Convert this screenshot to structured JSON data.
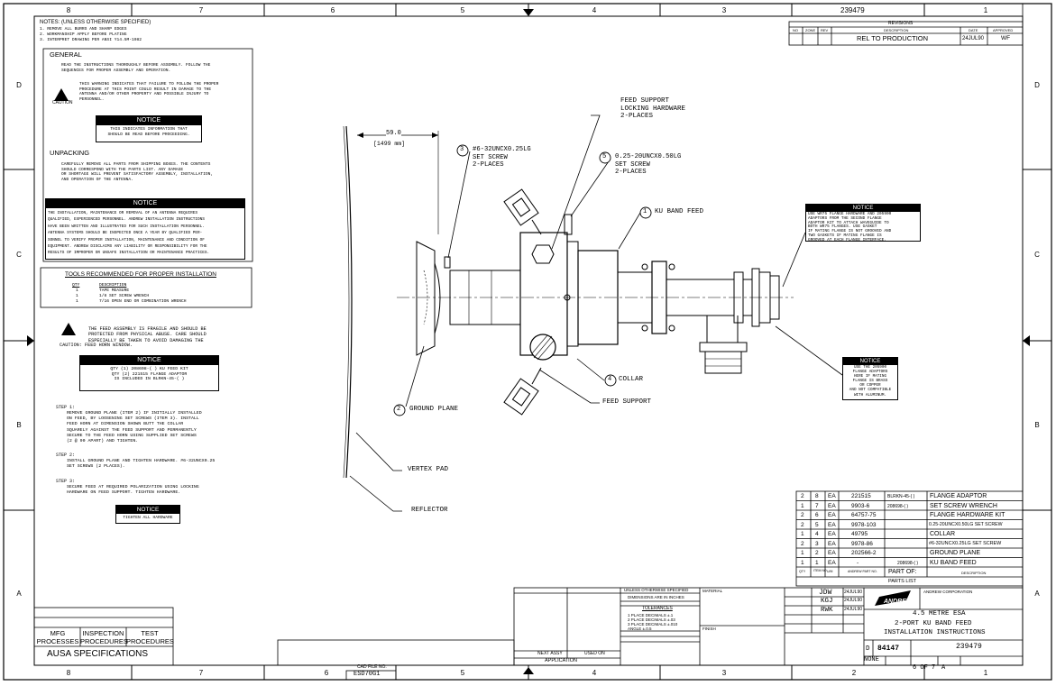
{
  "drawing_number_top": "239479",
  "zones_top": [
    "8",
    "7",
    "6",
    "5",
    "4",
    "3",
    "2",
    "1"
  ],
  "zones_side": [
    "D",
    "C",
    "B",
    "A"
  ],
  "revisions": {
    "title": "REVISIONS",
    "headers": [
      "NO",
      "ZONE",
      "REV",
      "DESCRIPTION",
      "DATE",
      "APPROVED"
    ],
    "row": {
      "description": "REL TO PRODUCTION",
      "date": "24JUL90",
      "approved": "WF"
    }
  },
  "notes": {
    "title": "NOTES: (UNLESS OTHERWISE SPECIFIED)",
    "lines": [
      "1. REMOVE ALL BURRS AND SHARP EDGES",
      "2. WORKMANSHIP APPLY BEFORE PLATING",
      "3. INTERPRET DRAWING PER ANSI Y14.5M-1982"
    ]
  },
  "general": {
    "heading": "GENERAL",
    "text": "READ THE INSTRUCTIONS THOROUGHLY BEFORE ASSEMBLY. FOLLOW THE\nSEQUENCES FOR PROPER ASSEMBLY AND OPERATION.",
    "caution_label": "CAUTION",
    "caution_text": "THIS WARNING INDICATES THAT FAILURE TO FOLLOW THE PROPER\nPROCEDURE AT THIS POINT COULD RESULT IN DAMAGE TO THE\nANTENNA AND/OR OTHER PROPERTY AND POSSIBLE INJURY TO\nPERSONNEL.",
    "notice_label": "NOTICE",
    "notice_text": "THIS INDICATES INFORMATION THAT\nSHOULD BE READ BEFORE PROCEEDING."
  },
  "unpacking": {
    "heading": "UNPACKING",
    "text": "CAREFULLY REMOVE ALL PARTS FROM SHIPPING BOXES. THE CONTENTS\nSHOULD CORRESPOND WITH THE PARTS LIST. ANY DAMAGE\nOR SHORTAGE WILL PREVENT SATISFACTORY ASSEMBLY, INSTALLATION,\nAND OPERATION OF THE ANTENNA.",
    "notice_label": "NOTICE",
    "notice_text": "THE INSTALLATION, MAINTENANCE OR REMOVAL OF AN ANTENNA REQUIRES\nQUALIFIED, EXPERIENCED PERSONNEL. ANDREW INSTALLATION INSTRUCTIONS\nHAVE BEEN WRITTEN AND ILLUSTRATED FOR SUCH INSTALLATION PERSONNEL.\nANTENNA SYSTEMS SHOULD BE INSPECTED ONCE A YEAR BY QUALIFIED PER-\nSONNEL TO VERIFY PROPER INSTALLATION, MAINTENANCE AND CONDITION OF\nEQUIPMENT. ANDREW DISCLAIMS ANY LIABILITY OR RESPONSIBILITY FOR THE\nRESULTS OF IMPROPER OR UNSAFE INSTALLATION OR MAINTENANCE PRACTICES."
  },
  "tools": {
    "heading": "TOOLS RECOMMENDED FOR PROPER INSTALLATION",
    "headers": [
      "QTY",
      "DESCRIPTION"
    ],
    "rows": [
      [
        "1",
        "TAPE MEASURE"
      ],
      [
        "1",
        "1/8 SET SCREW WRENCH"
      ],
      [
        "1",
        "7/16 OPEN END OR COMBINATION WRENCH"
      ]
    ]
  },
  "feed_caution": {
    "text": "THE FEED ASSEMBLY IS FRAGILE AND SHOULD BE\nPROTECTED FROM PHYSICAL ABUSE. CARE SHOULD\nESPECIALLY BE TAKEN TO AVOID DAMAGING THE",
    "tail": "CAUTION: FEED HORN WINDOW.",
    "notice_label": "NOTICE",
    "notice_text": "QTY (1) 208698-( ) KU FEED KIT\nQTY (2) 221515 FLANGE ADAPTOR\nIS INCLUDED IN BLRKN-45-( )"
  },
  "steps": [
    {
      "label": "STEP 1:",
      "text": "REMOVE GROUND PLANE (ITEM 2) IF INITIALLY INSTALLED\nON FEED, BY LOOSENING SET SCREWS (ITEM 3). INSTALL\nFEED HORN AT DIMENSION SHOWN BUTT THE COLLAR\nSQUARELY AGAINST THE FEED SUPPORT AND PERMANENTLY\nSECURE TO THE FEED HORN USING SUPPLIED SET SCREWS\n(2 @ 90 APART) AND TIGHTEN."
    },
    {
      "label": "STEP 2:",
      "text": "INSTALL GROUND PLANE AND TIGHTEN HARDWARE. #6-32UNCX0.25\nSET SCREWS (2 PLACES)."
    },
    {
      "label": "STEP 3:",
      "text": "SECURE FEED AT REQUIRED POLARIZATION USING LOCKING\nHARDWARE ON FEED SUPPORT. TIGHTEN HARDWARE."
    }
  ],
  "step3_notice": {
    "label": "NOTICE",
    "text": "TIGHTEN ALL HARDWARE"
  },
  "drawing_labels": {
    "dim_top": "59.0",
    "dim_bottom": "[1499 mm]",
    "feed_support_locking": "FEED SUPPORT\nLOCKING HARDWARE\n2-PLACES",
    "callout3_num": "3",
    "callout3_text": "#6-32UNCX0.25LG\nSET SCREW\n2-PLACES",
    "callout5_num": "5",
    "callout5_text": "0.25-20UNCX0.50LG\nSET SCREW\n2-PLACES",
    "callout1_num": "1",
    "callout1_text": "KU BAND FEED",
    "callout4_num": "4",
    "callout4_text": "COLLAR",
    "feed_support": "FEED SUPPORT",
    "callout2_num": "2",
    "callout2_text": "GROUND PLANE",
    "vertex_pad": "VERTEX PAD",
    "reflector": "REFLECTOR"
  },
  "right_notice1": {
    "label": "NOTICE",
    "text": "USE WR75 FLANGE HARDWARE AND 205900\nADAPTORS FROM THE SECOND FLANGE\nADAPTOR KIT TO ATTACH WAVEGUIDE TO\nBOTH WR75 FLANGES. USE GASKET\nIF MATING FLANGE IS NOT GROOVED AND\nTWO GASKETS IF MATING FLANGE IS\nGROOVED AT EACH FLANGE INTERFACE."
  },
  "right_notice2": {
    "label": "NOTICE",
    "text": "USE THE 205900\nFLANGE ADAPTORS\nHERE IF MATING\nFLANGE IS BRASS\nOR COPPER\nAND NOT COMPATIBLE\nWITH ALUMINUM."
  },
  "parts_list": {
    "rows": [
      [
        "2",
        "8",
        "EA",
        "221515",
        "BLRKN-45-( )",
        "FLANGE ADAPTOR"
      ],
      [
        "1",
        "7",
        "EA",
        "9903-6",
        "208698-( )",
        "SET SCREW WRENCH"
      ],
      [
        "2",
        "6",
        "EA",
        "64757-75",
        "",
        "FLANGE HARDWARE KIT"
      ],
      [
        "2",
        "5",
        "EA",
        "9978-103",
        "",
        "0.25-20UNCX0.50LG SET SCREW"
      ],
      [
        "1",
        "4",
        "EA",
        "49795",
        "",
        "COLLAR"
      ],
      [
        "2",
        "3",
        "EA",
        "9978-86",
        "",
        "#6-32UNCX0.25LG SET SCREW"
      ],
      [
        "1",
        "2",
        "EA",
        "202566-2",
        "",
        "GROUND PLANE"
      ],
      [
        "1",
        "1",
        "EA",
        "-",
        "208698-( )",
        "KU BAND FEED"
      ]
    ],
    "header": [
      "QTY",
      "ITEM NO",
      "U/M",
      "ANDREW PART NO.",
      "PART OF:",
      "DESCRIPTION"
    ],
    "title": "PARTS LIST"
  },
  "title_block": {
    "tolerances_header1": "UNLESS OTHERWISE SPECIFIED",
    "tolerances_header2": "DIMENSIONS ARE IN INCHES",
    "tolerances_title": "TOLERANCES",
    "tolerances_lines": [
      "1 PLACE DECIMALS ±.1",
      "2 PLACE DECIMALS ±.03",
      "3 PLACE DECIMALS ±.010",
      "ANGLE ±.0.5"
    ],
    "material": "MATERIAL",
    "finish": "FINISH",
    "next_assy": "NEXT ASSY",
    "used_on": "USED ON",
    "application": "APPLICATION",
    "drawn_by": "JDW",
    "drawn_date": "24JUL90",
    "checked_by": "KGJ",
    "checked_date": "24JUL90",
    "approved_by": "RWK",
    "approved_date": "24JUL90",
    "company_name": "ANDREW CORPORATION",
    "logo_text": "ANDREW",
    "title_line1": "4.5 METRE ESA",
    "title_line2": "2-PORT KU BAND FEED",
    "title_line3": "INSTALLATION INSTRUCTIONS",
    "size": "D",
    "fscm": "84147",
    "drawing_number": "239479",
    "scale": "NONE",
    "sheet": "6 OF 7",
    "rev": "A",
    "cad_label": "CAD FILE NO.",
    "cad_file": "ESD70G1",
    "mfg_processes": "MFG\nPROCESSES",
    "inspection_procedures": "INSPECTION\nPROCEDURES",
    "test_procedures": "TEST\nPROCEDURES",
    "ausa_specs": "AUSA SPECIFICATIONS"
  }
}
